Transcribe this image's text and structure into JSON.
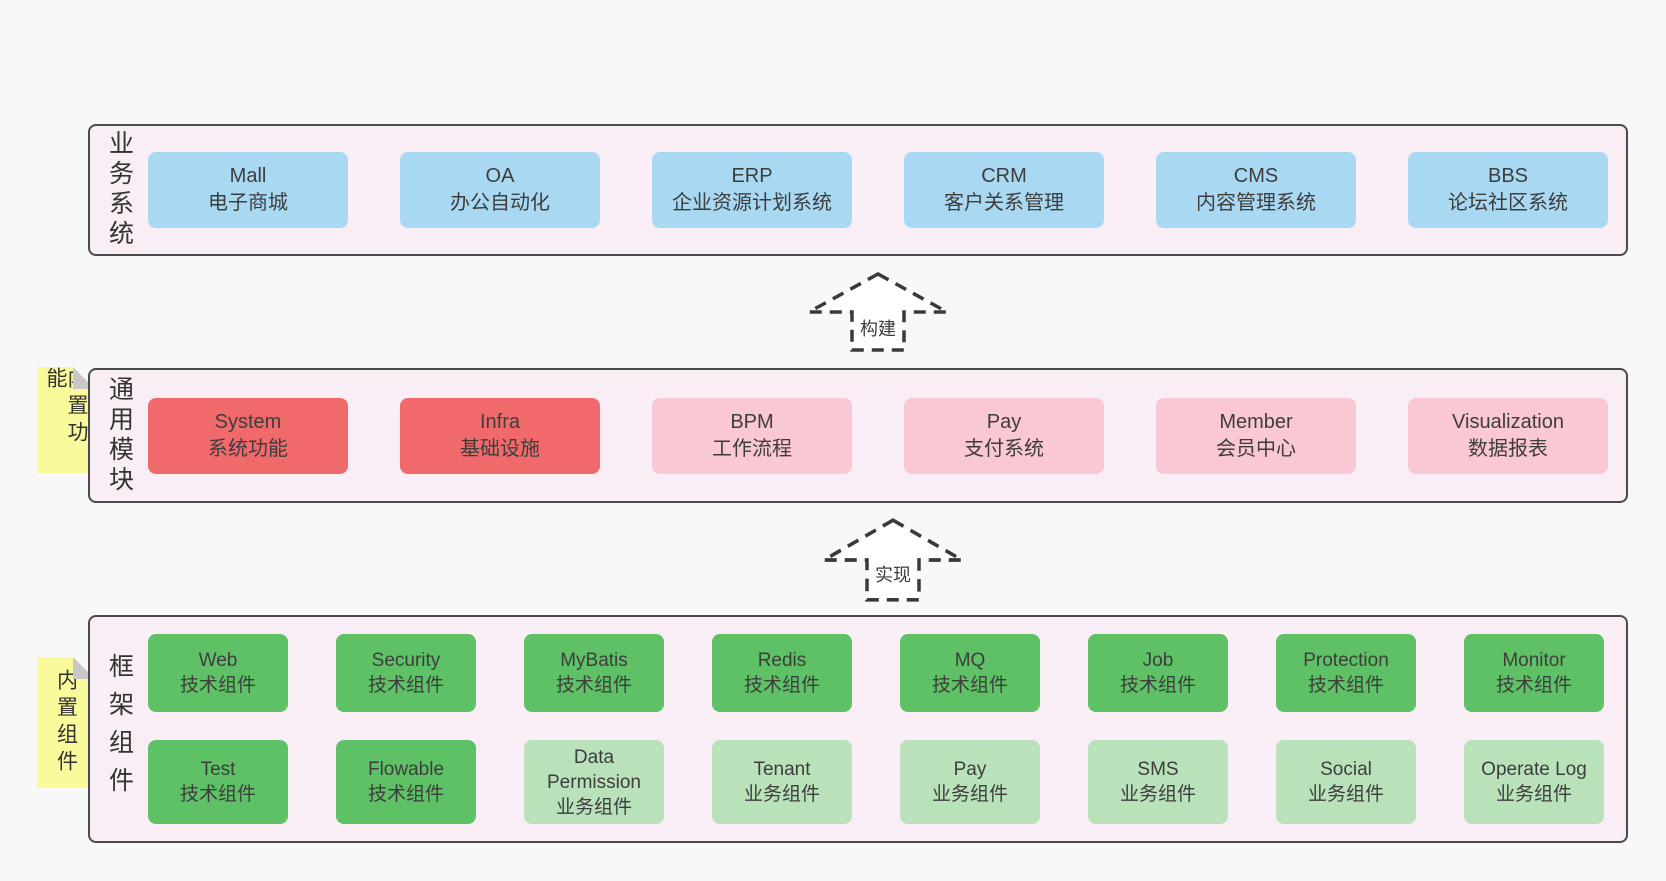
{
  "diagram": {
    "arrows": {
      "build": "构建",
      "implement": "实现"
    },
    "notes": {
      "modules": "内置功能",
      "framework": "内置组件"
    },
    "panels": {
      "business": {
        "label": "业务系统",
        "boxes": [
          {
            "name": "Mall",
            "desc": "电子商城"
          },
          {
            "name": "OA",
            "desc": "办公自动化"
          },
          {
            "name": "ERP",
            "desc": "企业资源计划系统"
          },
          {
            "name": "CRM",
            "desc": "客户关系管理"
          },
          {
            "name": "CMS",
            "desc": "内容管理系统"
          },
          {
            "name": "BBS",
            "desc": "论坛社区系统"
          }
        ]
      },
      "modules": {
        "label": "通用模块",
        "boxes": [
          {
            "name": "System",
            "desc": "系统功能"
          },
          {
            "name": "Infra",
            "desc": "基础设施"
          },
          {
            "name": "BPM",
            "desc": "工作流程"
          },
          {
            "name": "Pay",
            "desc": "支付系统"
          },
          {
            "name": "Member",
            "desc": "会员中心"
          },
          {
            "name": "Visualization",
            "desc": "数据报表"
          }
        ]
      },
      "framework": {
        "label": "框架组件",
        "row1": [
          {
            "name": "Web",
            "desc": "技术组件"
          },
          {
            "name": "Security",
            "desc": "技术组件"
          },
          {
            "name": "MyBatis",
            "desc": "技术组件"
          },
          {
            "name": "Redis",
            "desc": "技术组件"
          },
          {
            "name": "MQ",
            "desc": "技术组件"
          },
          {
            "name": "Job",
            "desc": "技术组件"
          },
          {
            "name": "Protection",
            "desc": "技术组件"
          },
          {
            "name": "Monitor",
            "desc": "技术组件"
          }
        ],
        "row2": [
          {
            "name": "Test",
            "desc": "技术组件"
          },
          {
            "name": "Flowable",
            "desc": "技术组件"
          },
          {
            "name": "Data Permission",
            "desc": "业务组件"
          },
          {
            "name": "Tenant",
            "desc": "业务组件"
          },
          {
            "name": "Pay",
            "desc": "业务组件"
          },
          {
            "name": "SMS",
            "desc": "业务组件"
          },
          {
            "name": "Social",
            "desc": "业务组件"
          },
          {
            "name": "Operate Log",
            "desc": "业务组件"
          }
        ]
      }
    },
    "colors": {
      "page_bg": "#f8f8f8",
      "panel_bg": "#f9edf6",
      "panel_border": "#4a4a4a",
      "business_box": "#a9d8f2",
      "core_module_box": "#f16a6b",
      "module_box": "#f9c8d2",
      "tech_component_box": "#5ec165",
      "biz_component_box": "#b9e2bb",
      "note_bg": "#fafa9d",
      "text": "#3d3d3d"
    }
  }
}
